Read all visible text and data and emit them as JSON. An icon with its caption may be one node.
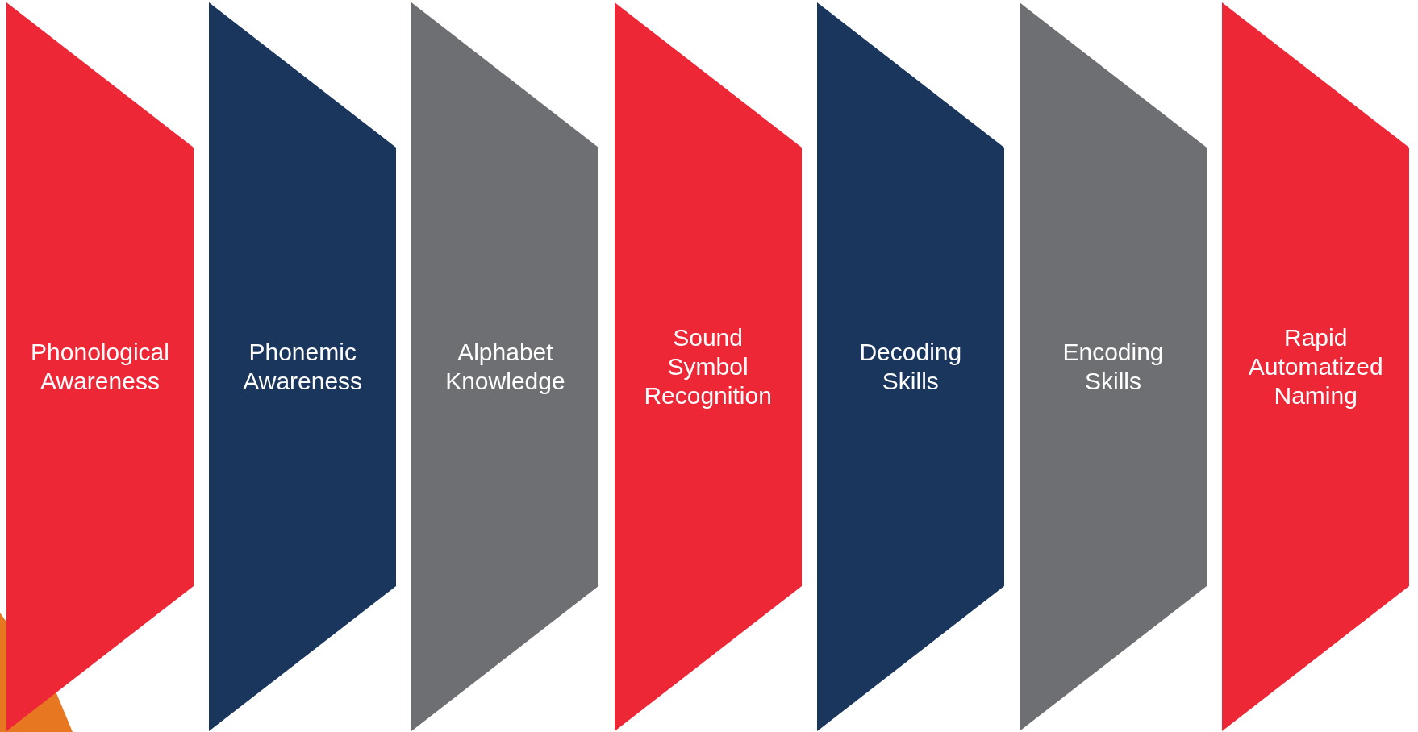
{
  "diagram": {
    "nodes": [
      {
        "text": [
          "Phonological Awareness"
        ]
      },
      {
        "text": [
          "Phonemic Awareness"
        ]
      },
      {
        "text": [
          "Alphabet Knowledge"
        ]
      },
      {
        "text": [
          "Sound Symbol Recognition"
        ]
      },
      {
        "text": [
          "Decoding Skills"
        ]
      },
      {
        "text": [
          "Encoding Skills"
        ]
      },
      {
        "text": [
          "Rapid Automatized Naming"
        ]
      }
    ]
  }
}
